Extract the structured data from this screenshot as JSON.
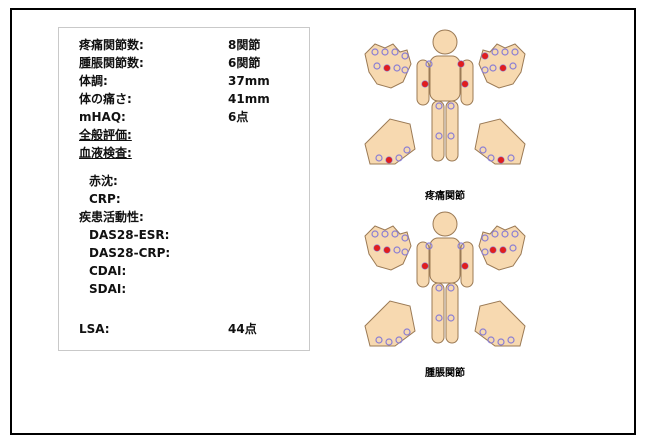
{
  "summary": {
    "rows": [
      {
        "label": "疼痛関節数:",
        "value": "8関節",
        "style": "bold"
      },
      {
        "label": "腫脹関節数:",
        "value": "6関節",
        "style": "bold"
      },
      {
        "label": "体調:",
        "value": "37mm",
        "style": "bold"
      },
      {
        "label": "体の痛さ:",
        "value": "41mm",
        "style": "bold"
      },
      {
        "label": "mHAQ:",
        "value": "6点",
        "style": "bold"
      },
      {
        "label": "全般評価:",
        "value": "",
        "style": "underline"
      },
      {
        "label": "血液検査:",
        "value": "",
        "style": "underline"
      },
      {
        "label": "赤沈:",
        "value": "",
        "style": "indent"
      },
      {
        "label": "CRP:",
        "value": "",
        "style": "indent"
      },
      {
        "label": "疾患活動性:",
        "value": "",
        "style": "bold"
      },
      {
        "label": "DAS28-ESR:",
        "value": "",
        "style": "indent"
      },
      {
        "label": "DAS28-CRP:",
        "value": "",
        "style": "indent"
      },
      {
        "label": "CDAI:",
        "value": "",
        "style": "indent"
      },
      {
        "label": "SDAI:",
        "value": "",
        "style": "indent"
      },
      {
        "label": "LSA:",
        "value": "44点",
        "style": "bold"
      }
    ]
  },
  "figures": {
    "pain": {
      "caption": "疼痛関節",
      "marked_joints": 8,
      "marker_color": "#e11d1d"
    },
    "swelling": {
      "caption": "腫脹関節",
      "marked_joints": 6,
      "marker_color": "#e11d1d"
    }
  },
  "colors": {
    "skin": "#f7d9b0",
    "outline": "#9b7a55",
    "joint": "#8b7fd3",
    "marked": "#e11d1d"
  }
}
